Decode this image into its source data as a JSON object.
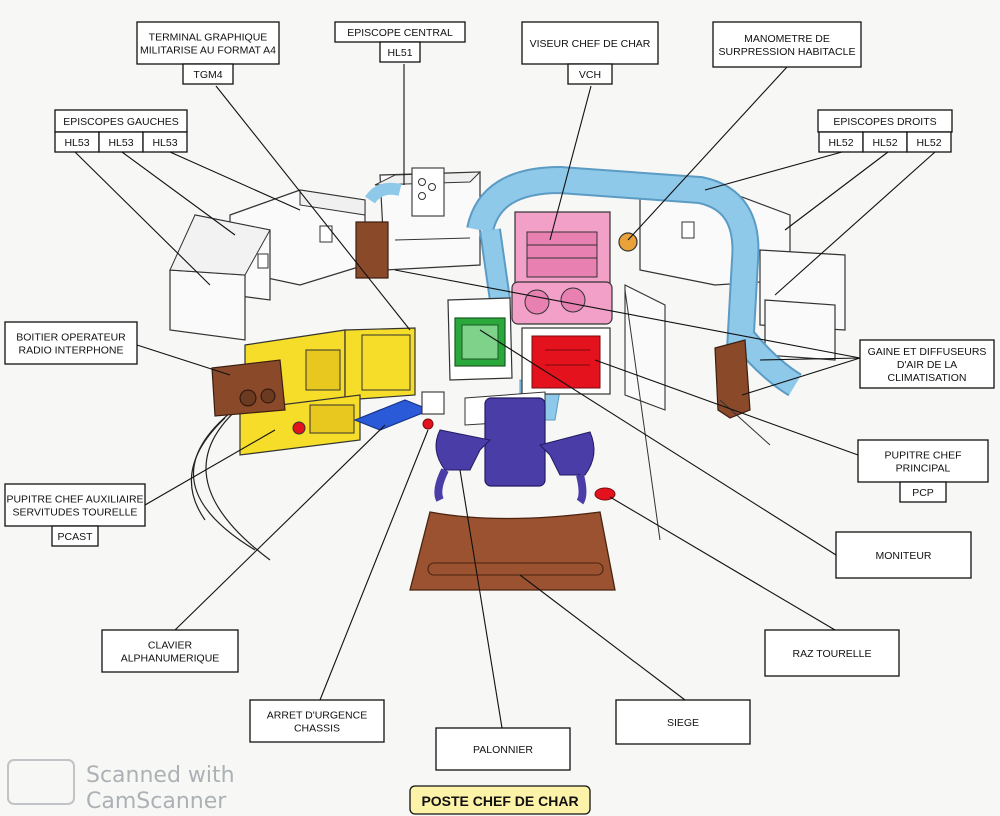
{
  "title": "POSTE CHEF DE CHAR",
  "watermark": {
    "line1": "Scanned with",
    "line2": "CamScanner"
  },
  "labels": {
    "tgm4": {
      "lines": [
        "TERMINAL GRAPHIQUE",
        "MILITARISE AU FORMAT A4"
      ],
      "codes": [
        "TGM4"
      ]
    },
    "episcope_central": {
      "lines": [
        "EPISCOPE CENTRAL"
      ],
      "codes": [
        "HL51"
      ]
    },
    "viseur": {
      "lines": [
        "VISEUR CHEF DE CHAR"
      ],
      "codes": [
        "VCH"
      ]
    },
    "manometre": {
      "lines": [
        "MANOMETRE DE",
        "SURPRESSION HABITACLE"
      ],
      "codes": []
    },
    "episcopes_gauches": {
      "lines": [
        "EPISCOPES GAUCHES"
      ],
      "codes": [
        "HL53",
        "HL53",
        "HL53"
      ]
    },
    "episcopes_droits": {
      "lines": [
        "EPISCOPES DROITS"
      ],
      "codes": [
        "HL52",
        "HL52",
        "HL52"
      ]
    },
    "boitier": {
      "lines": [
        "BOITIER OPERATEUR",
        "RADIO INTERPHONE"
      ],
      "codes": []
    },
    "gaine": {
      "lines": [
        "GAINE ET DIFFUSEURS",
        "D'AIR DE LA",
        "CLIMATISATION"
      ],
      "codes": []
    },
    "pcp": {
      "lines": [
        "PUPITRE CHEF",
        "PRINCIPAL"
      ],
      "codes": [
        "PCP"
      ]
    },
    "pcast": {
      "lines": [
        "PUPITRE CHEF AUXILIAIRE",
        "SERVITUDES TOURELLE"
      ],
      "codes": [
        "PCAST"
      ]
    },
    "moniteur": {
      "lines": [
        "MONITEUR"
      ],
      "codes": []
    },
    "clavier": {
      "lines": [
        "CLAVIER",
        "ALPHANUMERIQUE"
      ],
      "codes": []
    },
    "raz": {
      "lines": [
        "RAZ TOURELLE"
      ],
      "codes": []
    },
    "arret": {
      "lines": [
        "ARRET D'URGENCE",
        "CHASSIS"
      ],
      "codes": []
    },
    "siege": {
      "lines": [
        "SIEGE"
      ],
      "codes": []
    },
    "palonnier": {
      "lines": [
        "PALONNIER"
      ],
      "codes": []
    }
  },
  "colors": {
    "yellow": "#f5dd2a",
    "brown": "#8a4a2a",
    "pink": "#f2a0c8",
    "blue_duct": "#8ec9ea",
    "red": "#e3121d",
    "green": "#2aa83c",
    "purple": "#4a3da8",
    "keyboard_blue": "#2a5ad8",
    "seat_brown": "#9a5230"
  }
}
